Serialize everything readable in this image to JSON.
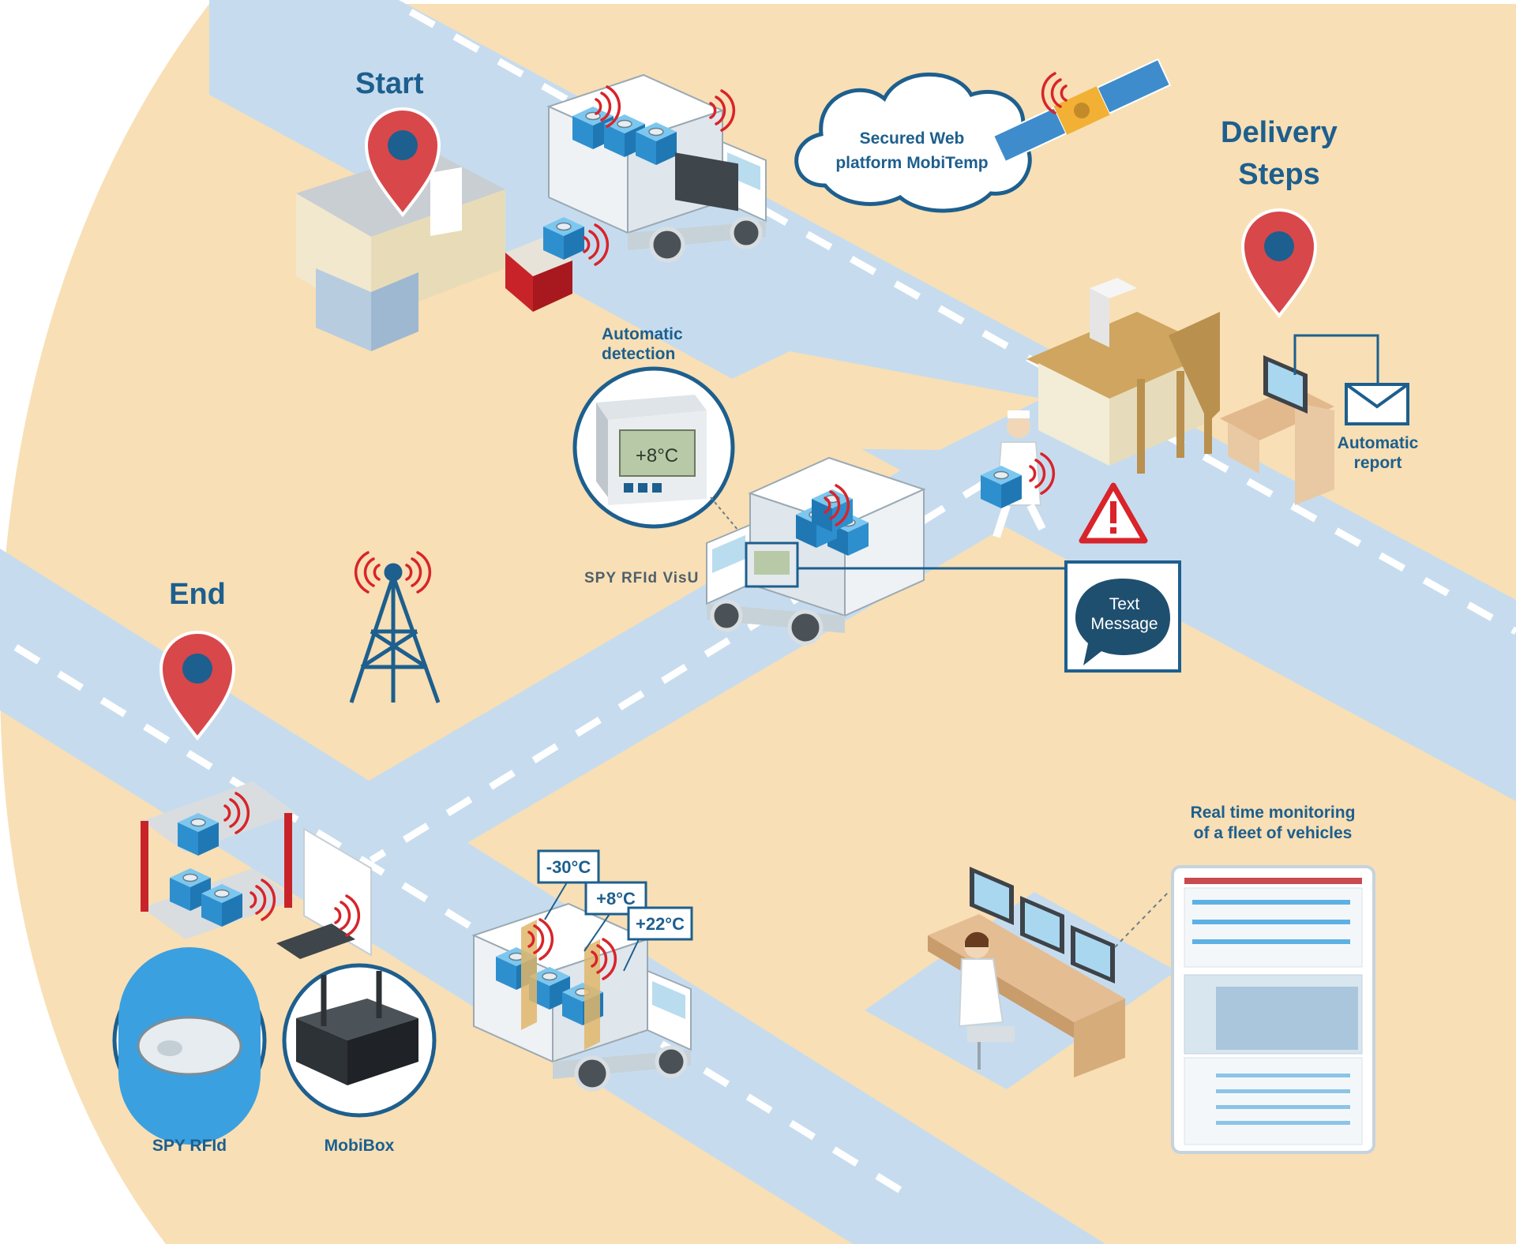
{
  "labels": {
    "start": "Start",
    "delivery_line1": "Delivery",
    "delivery_line2": "Steps",
    "end": "End",
    "cloud_line1": "Secured Web",
    "cloud_line2": "platform MobiTemp",
    "auto_detect_line1": "Automatic",
    "auto_detect_line2": "detection",
    "auto_report_line1": "Automatic",
    "auto_report_line2": "report",
    "spy_visu": "SPY RFId VisU",
    "text_msg_line1": "Text",
    "text_msg_line2": "Message",
    "spy_rfid": "SPY RFId",
    "mobibox": "MobiBox",
    "realtime_line1": "Real time monitoring",
    "realtime_line2": "of a fleet of vehicles",
    "display_temp": "+8°C",
    "temp_zone_1": "-30°C",
    "temp_zone_2": "+8°C",
    "temp_zone_3": "+22°C"
  },
  "colors": {
    "background": "#f8dfb5",
    "road": "#c6dcee",
    "road_markings": "#ffffff",
    "accent_blue": "#1d5f8e",
    "pin_red": "#d8474a",
    "signal_red": "#d8242a",
    "crate_blue": "#3a9fd8"
  },
  "icons": [
    "location-pin-icon",
    "satellite-icon",
    "radio-tower-icon",
    "warning-icon",
    "envelope-icon",
    "speech-bubble-icon",
    "signal-wave-icon"
  ]
}
